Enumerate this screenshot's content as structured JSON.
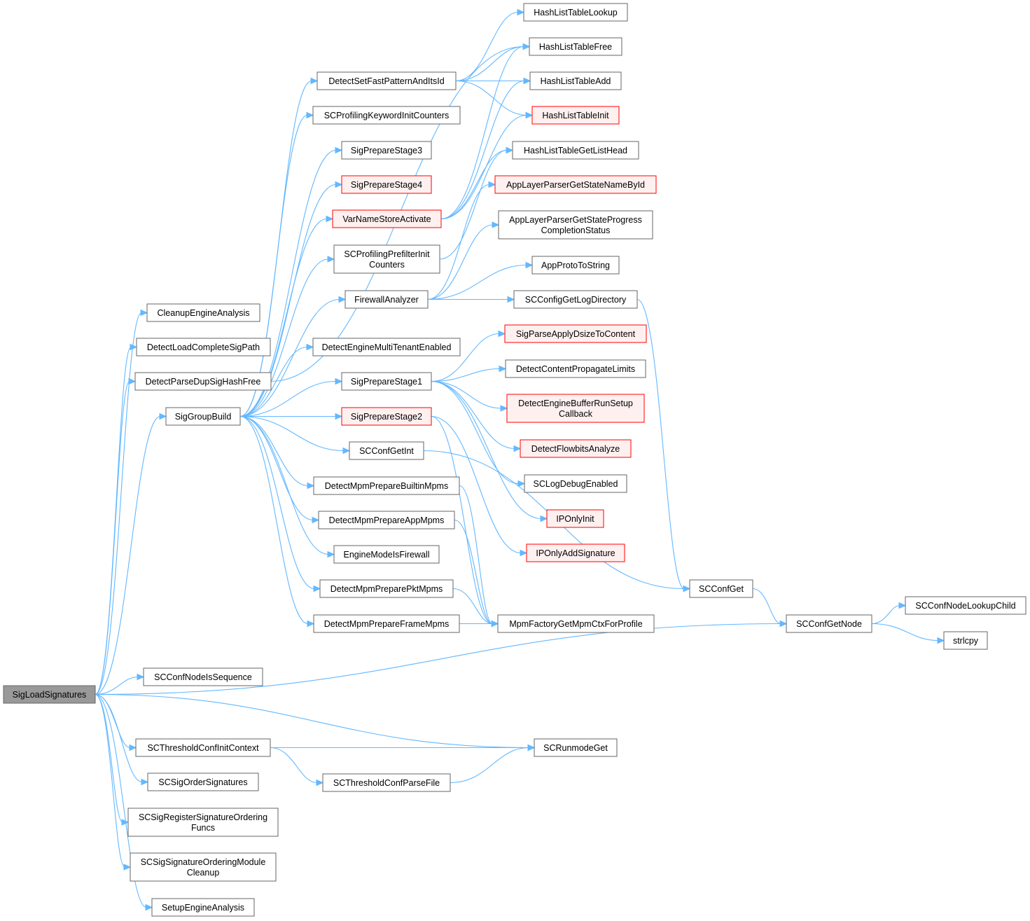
{
  "colors": {
    "edge": "#63b8ff",
    "node_fill": "#ffffff",
    "node_border": "#666666",
    "root_fill": "#999999",
    "root_border": "#666666",
    "truncated_fill": "#fff0f0",
    "truncated_border": "#ff0000"
  },
  "nodes": {
    "n_SigLoadSignatures": [
      "SigLoadSignatures"
    ],
    "n_CleanupEngineAnalysis": [
      "CleanupEngineAnalysis"
    ],
    "n_DetectLoadCompleteSigPath": [
      "DetectLoadCompleteSigPath"
    ],
    "n_DetectParseDupSigHashFree": [
      "DetectParseDupSigHashFree"
    ],
    "n_SigGroupBuild": [
      "SigGroupBuild"
    ],
    "n_SCConfNodeIsSequence": [
      "SCConfNodeIsSequence"
    ],
    "n_SCThresholdConfInitContext": [
      "SCThresholdConfInitContext"
    ],
    "n_SCSigOrderSignatures": [
      "SCSigOrderSignatures"
    ],
    "n_SCSigRegisterSignatureOrderingFuncs": [
      "SCSigRegisterSignatureOrdering",
      "Funcs"
    ],
    "n_SCSigSignatureOrderingModuleCleanup": [
      "SCSigSignatureOrderingModule",
      "Cleanup"
    ],
    "n_SetupEngineAnalysis": [
      "SetupEngineAnalysis"
    ],
    "n_DetectSetFastPatternAndItsId": [
      "DetectSetFastPatternAndItsId"
    ],
    "n_SCProfilingKeywordInitCounters": [
      "SCProfilingKeywordInitCounters"
    ],
    "n_SigPrepareStage3": [
      "SigPrepareStage3"
    ],
    "n_SigPrepareStage4": [
      "SigPrepareStage4"
    ],
    "n_VarNameStoreActivate": [
      "VarNameStoreActivate"
    ],
    "n_SCProfilingPrefilterInitCounters": [
      "SCProfilingPrefilterInit",
      "Counters"
    ],
    "n_FirewallAnalyzer": [
      "FirewallAnalyzer"
    ],
    "n_DetectEngineMultiTenantEnabled": [
      "DetectEngineMultiTenantEnabled"
    ],
    "n_SigPrepareStage1": [
      "SigPrepareStage1"
    ],
    "n_SigPrepareStage2": [
      "SigPrepareStage2"
    ],
    "n_SCConfGetInt": [
      "SCConfGetInt"
    ],
    "n_DetectMpmPrepareBuiltinMpms": [
      "DetectMpmPrepareBuiltinMpms"
    ],
    "n_DetectMpmPrepareAppMpms": [
      "DetectMpmPrepareAppMpms"
    ],
    "n_EngineModeIsFirewall": [
      "EngineModeIsFirewall"
    ],
    "n_DetectMpmPreparePktMpms": [
      "DetectMpmPreparePktMpms"
    ],
    "n_DetectMpmPrepareFrameMpms": [
      "DetectMpmPrepareFrameMpms"
    ],
    "n_SCThresholdConfParseFile": [
      "SCThresholdConfParseFile"
    ],
    "n_HashListTableLookup": [
      "HashListTableLookup"
    ],
    "n_HashListTableFree": [
      "HashListTableFree"
    ],
    "n_HashListTableAdd": [
      "HashListTableAdd"
    ],
    "n_HashListTableInit": [
      "HashListTableInit"
    ],
    "n_HashListTableGetListHead": [
      "HashListTableGetListHead"
    ],
    "n_AppLayerParserGetStateNameById": [
      "AppLayerParserGetStateNameById"
    ],
    "n_AppLayerParserGetStateProgressCompletionStatus": [
      "AppLayerParserGetStateProgress",
      "CompletionStatus"
    ],
    "n_AppProtoToString": [
      "AppProtoToString"
    ],
    "n_SCConfigGetLogDirectory": [
      "SCConfigGetLogDirectory"
    ],
    "n_SigParseApplyDsizeToContent": [
      "SigParseApplyDsizeToContent"
    ],
    "n_DetectContentPropagateLimits": [
      "DetectContentPropagateLimits"
    ],
    "n_DetectEngineBufferRunSetupCallback": [
      "DetectEngineBufferRunSetup",
      "Callback"
    ],
    "n_DetectFlowbitsAnalyze": [
      "DetectFlowbitsAnalyze"
    ],
    "n_SCLogDebugEnabled": [
      "SCLogDebugEnabled"
    ],
    "n_IPOnlyInit": [
      "IPOnlyInit"
    ],
    "n_IPOnlyAddSignature": [
      "IPOnlyAddSignature"
    ],
    "n_MpmFactoryGetMpmCtxForProfile": [
      "MpmFactoryGetMpmCtxForProfile"
    ],
    "n_SCRunmodeGet": [
      "SCRunmodeGet"
    ],
    "n_SCConfGet": [
      "SCConfGet"
    ],
    "n_SCConfGetNode": [
      "SCConfGetNode"
    ],
    "n_SCConfNodeLookupChild": [
      "SCConfNodeLookupChild"
    ],
    "n_strlcpy": [
      "strlcpy"
    ]
  },
  "root_node": "n_SigLoadSignatures",
  "truncated_nodes": [
    "n_HashListTableInit",
    "n_AppLayerParserGetStateNameById",
    "n_SigPrepareStage4",
    "n_VarNameStoreActivate",
    "n_SigParseApplyDsizeToContent",
    "n_DetectEngineBufferRunSetupCallback",
    "n_DetectFlowbitsAnalyze",
    "n_SigPrepareStage2",
    "n_IPOnlyInit",
    "n_IPOnlyAddSignature"
  ],
  "edges": [
    [
      "n_SigLoadSignatures",
      "n_CleanupEngineAnalysis"
    ],
    [
      "n_SigLoadSignatures",
      "n_DetectLoadCompleteSigPath"
    ],
    [
      "n_SigLoadSignatures",
      "n_DetectParseDupSigHashFree"
    ],
    [
      "n_SigLoadSignatures",
      "n_SigGroupBuild"
    ],
    [
      "n_SigLoadSignatures",
      "n_SCConfGetNode"
    ],
    [
      "n_SigLoadSignatures",
      "n_SCConfNodeIsSequence"
    ],
    [
      "n_SigLoadSignatures",
      "n_SCRunmodeGet"
    ],
    [
      "n_SigLoadSignatures",
      "n_SCThresholdConfInitContext"
    ],
    [
      "n_SigLoadSignatures",
      "n_SCSigOrderSignatures"
    ],
    [
      "n_SigLoadSignatures",
      "n_SCSigRegisterSignatureOrderingFuncs"
    ],
    [
      "n_SigLoadSignatures",
      "n_SCSigSignatureOrderingModuleCleanup"
    ],
    [
      "n_SigLoadSignatures",
      "n_SetupEngineAnalysis"
    ],
    [
      "n_DetectParseDupSigHashFree",
      "n_HashListTableFree"
    ],
    [
      "n_SigGroupBuild",
      "n_DetectSetFastPatternAndItsId"
    ],
    [
      "n_SigGroupBuild",
      "n_SCProfilingKeywordInitCounters"
    ],
    [
      "n_SigGroupBuild",
      "n_SigPrepareStage3"
    ],
    [
      "n_SigGroupBuild",
      "n_SigPrepareStage4"
    ],
    [
      "n_SigGroupBuild",
      "n_VarNameStoreActivate"
    ],
    [
      "n_SigGroupBuild",
      "n_SCProfilingPrefilterInitCounters"
    ],
    [
      "n_SigGroupBuild",
      "n_FirewallAnalyzer"
    ],
    [
      "n_SigGroupBuild",
      "n_DetectEngineMultiTenantEnabled"
    ],
    [
      "n_SigGroupBuild",
      "n_SigPrepareStage1"
    ],
    [
      "n_SigGroupBuild",
      "n_SigPrepareStage2"
    ],
    [
      "n_SigGroupBuild",
      "n_SCConfGetInt"
    ],
    [
      "n_SigGroupBuild",
      "n_DetectMpmPrepareBuiltinMpms"
    ],
    [
      "n_SigGroupBuild",
      "n_DetectMpmPrepareAppMpms"
    ],
    [
      "n_SigGroupBuild",
      "n_EngineModeIsFirewall"
    ],
    [
      "n_SigGroupBuild",
      "n_DetectMpmPreparePktMpms"
    ],
    [
      "n_SigGroupBuild",
      "n_DetectMpmPrepareFrameMpms"
    ],
    [
      "n_DetectSetFastPatternAndItsId",
      "n_HashListTableLookup"
    ],
    [
      "n_DetectSetFastPatternAndItsId",
      "n_HashListTableFree"
    ],
    [
      "n_DetectSetFastPatternAndItsId",
      "n_HashListTableAdd"
    ],
    [
      "n_DetectSetFastPatternAndItsId",
      "n_HashListTableInit"
    ],
    [
      "n_VarNameStoreActivate",
      "n_HashListTableFree"
    ],
    [
      "n_VarNameStoreActivate",
      "n_HashListTableAdd"
    ],
    [
      "n_VarNameStoreActivate",
      "n_HashListTableInit"
    ],
    [
      "n_VarNameStoreActivate",
      "n_HashListTableGetListHead"
    ],
    [
      "n_SCProfilingPrefilterInitCounters",
      "n_HashListTableGetListHead"
    ],
    [
      "n_FirewallAnalyzer",
      "n_AppLayerParserGetStateNameById"
    ],
    [
      "n_FirewallAnalyzer",
      "n_AppLayerParserGetStateProgressCompletionStatus"
    ],
    [
      "n_FirewallAnalyzer",
      "n_AppProtoToString"
    ],
    [
      "n_FirewallAnalyzer",
      "n_SCConfigGetLogDirectory"
    ],
    [
      "n_SigPrepareStage1",
      "n_SigParseApplyDsizeToContent"
    ],
    [
      "n_SigPrepareStage1",
      "n_DetectContentPropagateLimits"
    ],
    [
      "n_SigPrepareStage1",
      "n_DetectEngineBufferRunSetupCallback"
    ],
    [
      "n_SigPrepareStage1",
      "n_DetectFlowbitsAnalyze"
    ],
    [
      "n_SigPrepareStage1",
      "n_SCLogDebugEnabled"
    ],
    [
      "n_SigPrepareStage1",
      "n_IPOnlyInit"
    ],
    [
      "n_SigPrepareStage2",
      "n_IPOnlyAddSignature"
    ],
    [
      "n_SigPrepareStage2",
      "n_MpmFactoryGetMpmCtxForProfile"
    ],
    [
      "n_SCConfGetInt",
      "n_SCConfGet"
    ],
    [
      "n_DetectMpmPrepareBuiltinMpms",
      "n_MpmFactoryGetMpmCtxForProfile"
    ],
    [
      "n_DetectMpmPrepareAppMpms",
      "n_MpmFactoryGetMpmCtxForProfile"
    ],
    [
      "n_DetectMpmPreparePktMpms",
      "n_MpmFactoryGetMpmCtxForProfile"
    ],
    [
      "n_DetectMpmPrepareFrameMpms",
      "n_MpmFactoryGetMpmCtxForProfile"
    ],
    [
      "n_SCConfigGetLogDirectory",
      "n_SCConfGet"
    ],
    [
      "n_SCConfGet",
      "n_SCConfGetNode"
    ],
    [
      "n_SCConfGetNode",
      "n_SCConfNodeLookupChild"
    ],
    [
      "n_SCConfGetNode",
      "n_strlcpy"
    ],
    [
      "n_SCThresholdConfInitContext",
      "n_SCRunmodeGet"
    ],
    [
      "n_SCThresholdConfInitContext",
      "n_SCThresholdConfParseFile"
    ],
    [
      "n_SCThresholdConfParseFile",
      "n_SCRunmodeGet"
    ]
  ]
}
